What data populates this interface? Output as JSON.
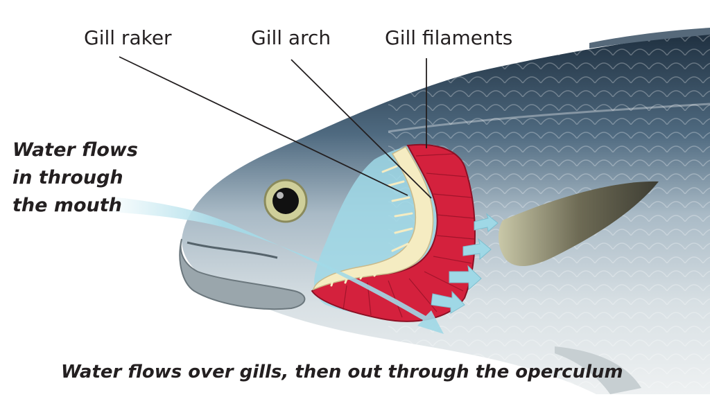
{
  "labels": {
    "gill_raker": "Gill raker",
    "gill_arch": "Gill arch",
    "gill_filaments": "Gill filaments"
  },
  "captions": {
    "inflow_line1": "Water flows",
    "inflow_line2": "in through",
    "inflow_line3": "the mouth",
    "outflow": "Water flows over gills, then out through the operculum"
  },
  "colors": {
    "water": "#9fd8e6",
    "gill_filaments": "#d4213d",
    "gill_arch": "#f5ecc2",
    "fish_back": "#2e3f4f",
    "fish_belly": "#dfe6e8",
    "label_text": "#231f20"
  }
}
